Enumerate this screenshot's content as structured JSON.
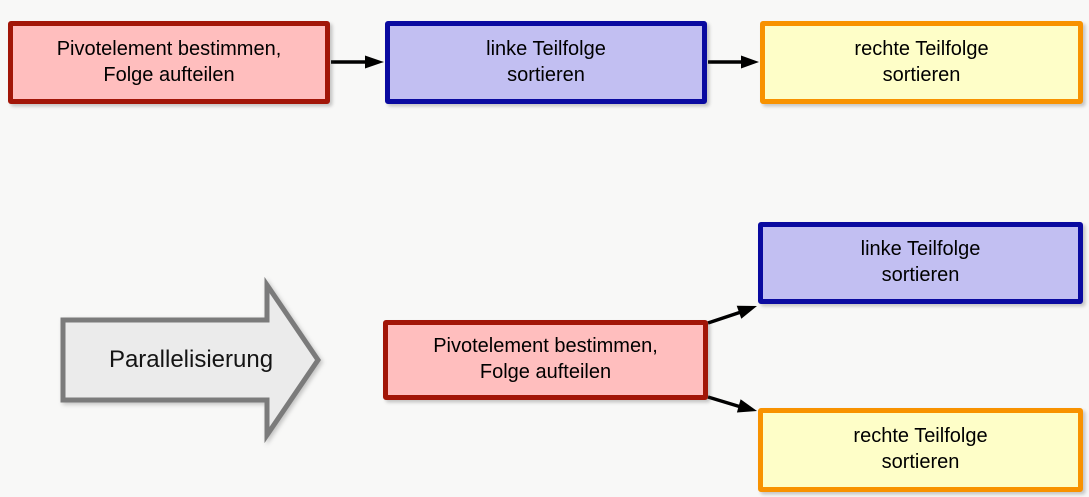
{
  "colors": {
    "background": "#f8f8f7",
    "pivot_fill": "#ffbebe",
    "pivot_border": "#a21608",
    "left_fill": "#c2bff2",
    "left_border": "#0a0aa0",
    "right_fill": "#fefec8",
    "right_border": "#f89200",
    "big_arrow_fill": "#ebebeb",
    "big_arrow_border": "#7b7b7b",
    "connector": "#000000"
  },
  "sequential": {
    "pivot": {
      "label": "Pivotelement bestimmen,\nFolge aufteilen"
    },
    "left": {
      "label": "linke Teilfolge\nsortieren"
    },
    "right": {
      "label": "rechte Teilfolge\nsortieren"
    }
  },
  "transform": {
    "label": "Parallelisierung"
  },
  "parallel": {
    "pivot": {
      "label": "Pivotelement bestimmen,\nFolge aufteilen"
    },
    "left": {
      "label": "linke Teilfolge\nsortieren"
    },
    "right": {
      "label": "rechte Teilfolge\nsortieren"
    }
  }
}
